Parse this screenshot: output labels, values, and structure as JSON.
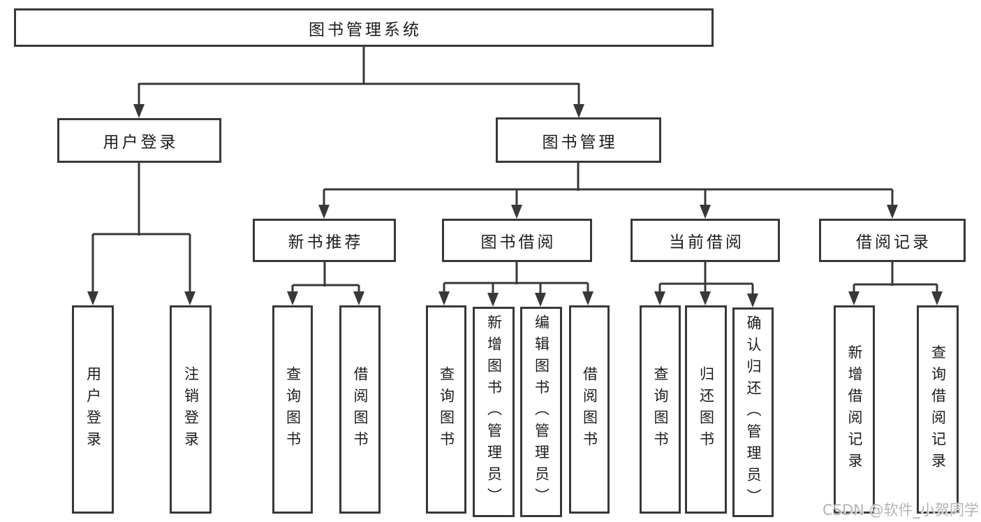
{
  "diagram": {
    "root": {
      "label": "图书管理系统"
    },
    "level2": {
      "user_login": {
        "label": "用户登录"
      },
      "book_management": {
        "label": "图书管理"
      }
    },
    "level3": {
      "new_book_recommend": {
        "label": "新书推荐"
      },
      "book_borrow": {
        "label": "图书借阅"
      },
      "current_borrow": {
        "label": "当前借阅"
      },
      "borrow_records": {
        "label": "借阅记录"
      }
    },
    "leaves": {
      "user_login": {
        "label": "用户登录"
      },
      "logout": {
        "label": "注销登录"
      },
      "recommend_query_books": {
        "label": "查询图书"
      },
      "recommend_borrow_books": {
        "label": "借阅图书"
      },
      "borrow_query_books": {
        "label": "查询图书"
      },
      "borrow_add_books_admin": {
        "label": "新增图书（管理员）"
      },
      "borrow_edit_books_admin": {
        "label": "编辑图书（管理员）"
      },
      "borrow_borrow_books": {
        "label": "借阅图书"
      },
      "current_query_books": {
        "label": "查询图书"
      },
      "current_return_books": {
        "label": "归还图书"
      },
      "current_confirm_return_admin": {
        "label": "确认归还（管理员）"
      },
      "records_add_record": {
        "label": "新增借阅记录"
      },
      "records_query_record": {
        "label": "查询借阅记录"
      }
    }
  },
  "watermark": {
    "text": "CSDN @软件_小贺同学"
  },
  "colors": {
    "line": "#383838",
    "text": "#1c1c1c",
    "watermark": "#b3b3b3",
    "background": "#ffffff"
  }
}
